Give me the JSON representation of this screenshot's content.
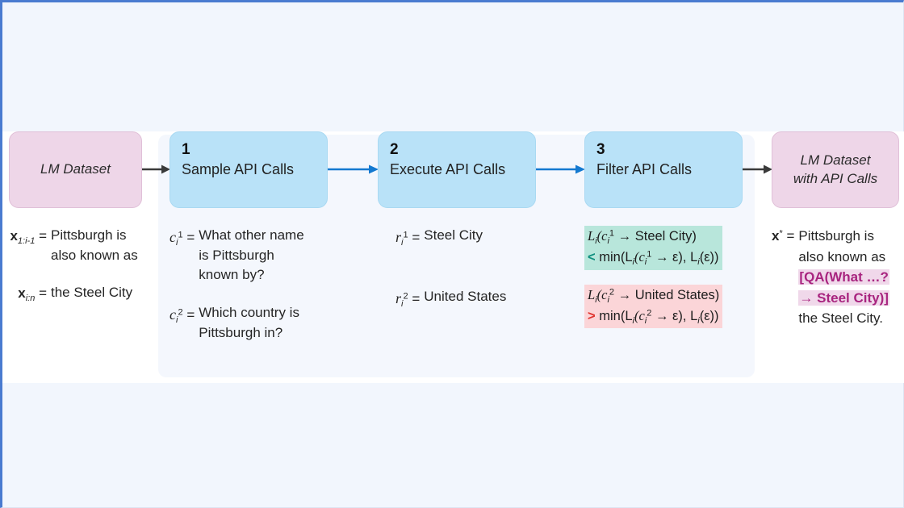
{
  "figure": {
    "title": "Toolformer API call sampling pipeline",
    "colors": {
      "page_background": "#f2f6fd",
      "panel_background": "#f4f7fd",
      "band_background": "#ffffff",
      "box_pink": "#eed6e8",
      "box_blue": "#b9e2f8",
      "arrow_gray": "#3a3a3a",
      "arrow_blue": "#1479d0",
      "highlight_teal": "#b8e6db",
      "highlight_pink": "#fbd5d8",
      "highlight_magenta": "#f0d8ea",
      "accent_magenta": "#a8247f",
      "accent_green": "#0f8f7e",
      "accent_red": "#e0342f",
      "selection_border": "#4a7bd0"
    }
  },
  "input": {
    "box_label_line1": "LM Dataset",
    "rows": [
      {
        "symbol_base": "x",
        "symbol_sub": "1:i-1",
        "equals": "=",
        "text": "Pittsburgh is also known as"
      },
      {
        "symbol_base": "x",
        "symbol_sub": "i:n",
        "equals": "=",
        "text": "the Steel City"
      }
    ]
  },
  "steps": [
    {
      "number": "1",
      "title": "Sample API Calls",
      "rows": [
        {
          "symbol_base": "c",
          "symbol_sub": "i",
          "symbol_sup": "1",
          "equals": "=",
          "text": "What other name is Pittsburgh known by?"
        },
        {
          "symbol_base": "c",
          "symbol_sub": "i",
          "symbol_sup": "2",
          "equals": "=",
          "text": "Which country is Pittsburgh in?"
        }
      ]
    },
    {
      "number": "2",
      "title": "Execute API Calls",
      "rows": [
        {
          "symbol_base": "r",
          "symbol_sub": "i",
          "symbol_sup": "1",
          "equals": "=",
          "text": "Steel City"
        },
        {
          "symbol_base": "r",
          "symbol_sub": "i",
          "symbol_sup": "2",
          "equals": "=",
          "text": "United States"
        }
      ]
    },
    {
      "number": "3",
      "title": "Filter API Calls",
      "formulas": [
        {
          "highlight": "teal",
          "operator": "<",
          "line1_prefix": "L",
          "line1_sub": "i",
          "line1_open": "(c",
          "line1_csub": "i",
          "line1_csup": "1",
          "line1_arrow": "→",
          "line1_result": "Steel City)",
          "line2": "min(L",
          "line2_sub": "i",
          "line2_open": "(c",
          "line2_csub": "i",
          "line2_csup": "1",
          "line2_arrow": "→",
          "line2_eps": "ε), L",
          "line2_tail_sub": "i",
          "line2_tail": "(ε))"
        },
        {
          "highlight": "pink",
          "operator": ">",
          "line1_prefix": "L",
          "line1_sub": "i",
          "line1_open": "(c",
          "line1_csub": "i",
          "line1_csup": "2",
          "line1_arrow": "→",
          "line1_result": "United States)",
          "line2": "min(L",
          "line2_sub": "i",
          "line2_open": "(c",
          "line2_csub": "i",
          "line2_csup": "2",
          "line2_arrow": "→",
          "line2_eps": "ε), L",
          "line2_tail_sub": "i",
          "line2_tail": "(ε))"
        }
      ]
    }
  ],
  "output": {
    "box_label_line1": "LM Dataset",
    "box_label_line2": "with API Calls",
    "symbol_base": "x",
    "symbol_sup": "*",
    "equals": "=",
    "line1": "Pittsburgh is",
    "line2": "also known as",
    "highlight_line1": "[QA(What …?",
    "highlight_line2": "→ Steel City)]",
    "line3": "the Steel City."
  }
}
